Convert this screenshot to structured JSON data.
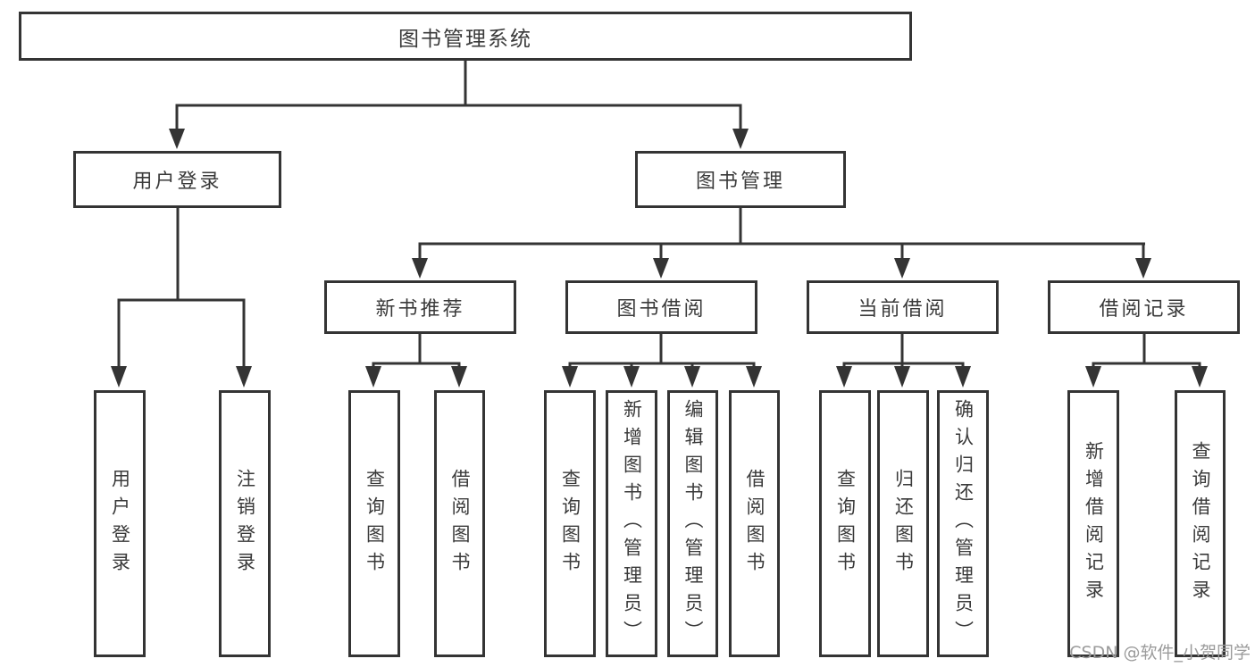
{
  "diagram": {
    "root": {
      "label": "图书管理系统"
    },
    "level2": [
      {
        "label": "用户登录"
      },
      {
        "label": "图书管理"
      }
    ],
    "level3": [
      {
        "label": "新书推荐",
        "parent": "图书管理"
      },
      {
        "label": "图书借阅",
        "parent": "图书管理"
      },
      {
        "label": "当前借阅",
        "parent": "图书管理"
      },
      {
        "label": "借阅记录",
        "parent": "图书管理"
      }
    ],
    "leaves": [
      {
        "label": "用户登录",
        "parent": "用户登录"
      },
      {
        "label": "注销登录",
        "parent": "用户登录"
      },
      {
        "label": "查询图书",
        "parent": "新书推荐"
      },
      {
        "label": "借阅图书",
        "parent": "新书推荐"
      },
      {
        "label": "查询图书",
        "parent": "图书借阅"
      },
      {
        "label": "新增图书（管理员）",
        "parent": "图书借阅"
      },
      {
        "label": "编辑图书（管理员）",
        "parent": "图书借阅"
      },
      {
        "label": "借阅图书",
        "parent": "图书借阅"
      },
      {
        "label": "查询图书",
        "parent": "当前借阅"
      },
      {
        "label": "归还图书",
        "parent": "当前借阅"
      },
      {
        "label": "确认归还（管理员）",
        "parent": "当前借阅"
      },
      {
        "label": "新增借阅记录",
        "parent": "借阅记录"
      },
      {
        "label": "查询借阅记录",
        "parent": "借阅记录"
      }
    ]
  },
  "watermark": "CSDN @软件_小贺同学",
  "colors": {
    "line": "#343434",
    "text": "#3a3a3a",
    "watermark": "#9b9b9b",
    "background": "#ffffff"
  }
}
